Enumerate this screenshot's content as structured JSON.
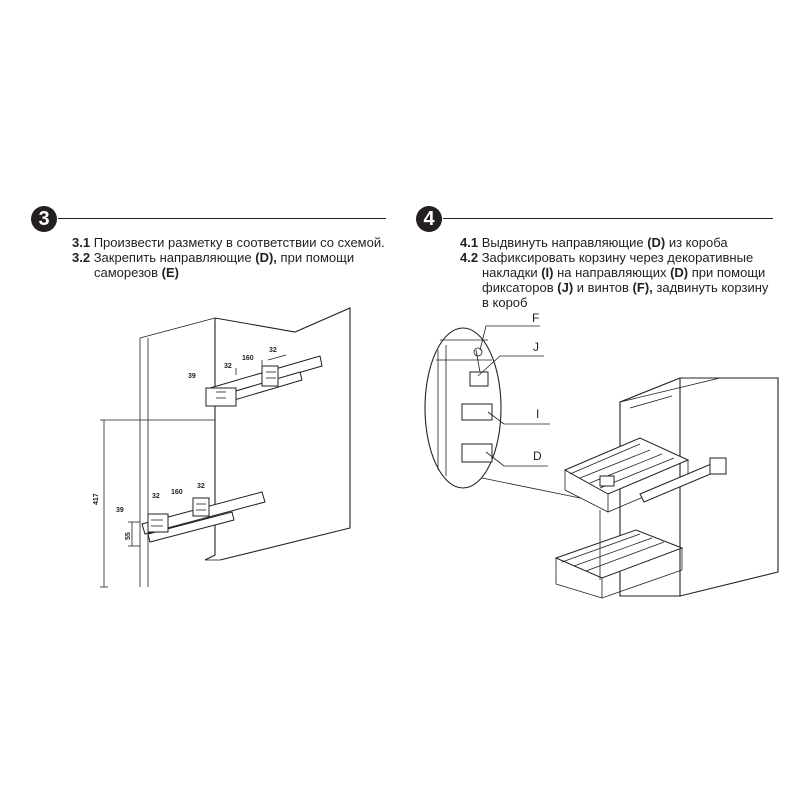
{
  "steps": [
    {
      "badge": "3",
      "items": [
        {
          "num": "3.1",
          "lines": [
            "Произвести разметку в соответствии со схемой."
          ]
        },
        {
          "num": "3.2",
          "lines": [
            "Закрепить направляющие (D), при помощи",
            "саморезов (E)"
          ]
        }
      ]
    },
    {
      "badge": "4",
      "items": [
        {
          "num": "4.1",
          "lines": [
            "Выдвинуть направляющие (D) из короба"
          ]
        },
        {
          "num": "4.2",
          "lines": [
            "Зафиксировать корзину через декоративные",
            "накладки (I) на направляющих (D) при помощи",
            "фиксаторов (J) и винтов (F), задвинуть корзину",
            "в короб"
          ]
        }
      ]
    }
  ],
  "diagram3": {
    "top_rail_dims": [
      "39",
      "32",
      "160",
      "32"
    ],
    "bottom_rail_dims": [
      "39",
      "32",
      "160",
      "32"
    ],
    "height_dim": "417",
    "bottom_offset_dim": "55"
  },
  "diagram4": {
    "callouts": [
      "F",
      "J",
      "I",
      "D"
    ]
  }
}
